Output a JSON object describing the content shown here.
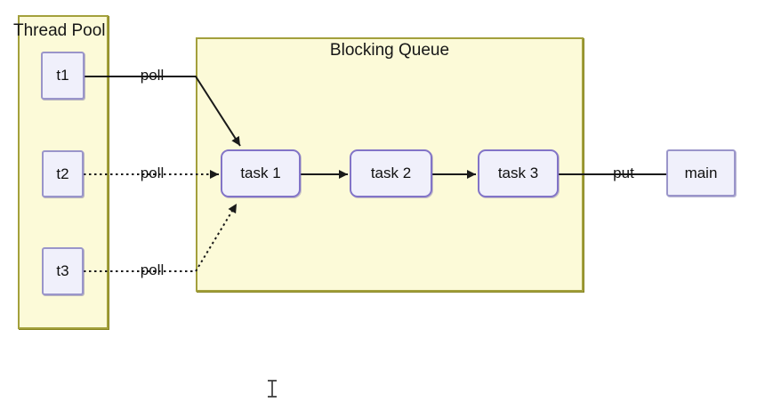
{
  "app": {
    "type": "static-diagram-canvas"
  },
  "colors": {
    "background": "#ffffff",
    "container_fill": "#fcfad8",
    "container_border": "#a3a03c",
    "node_fill": "#f0f0fb",
    "thread_node_border": "#9a95ca",
    "task_node_border": "#8274c7",
    "edge": "#1a1a1a",
    "text": "#141414"
  },
  "diagram": {
    "containers": [
      {
        "id": "thread-pool",
        "label": "Thread Pool"
      },
      {
        "id": "blocking-queue",
        "label": "Blocking Queue"
      }
    ],
    "nodes": [
      {
        "id": "t1",
        "label": "t1",
        "container": "thread-pool"
      },
      {
        "id": "t2",
        "label": "t2",
        "container": "thread-pool"
      },
      {
        "id": "t3",
        "label": "t3",
        "container": "thread-pool"
      },
      {
        "id": "task1",
        "label": "task 1",
        "container": "blocking-queue"
      },
      {
        "id": "task2",
        "label": "task 2",
        "container": "blocking-queue"
      },
      {
        "id": "task3",
        "label": "task 3",
        "container": "blocking-queue"
      },
      {
        "id": "main",
        "label": "main",
        "container": null
      }
    ],
    "edges": [
      {
        "from": "t1",
        "to": "task1",
        "label": "poll",
        "line": "solid",
        "arrow": true
      },
      {
        "from": "t2",
        "to": "task1",
        "label": "poll",
        "line": "dotted",
        "arrow": true
      },
      {
        "from": "t3",
        "to": "task1",
        "label": "poll",
        "line": "dotted",
        "arrow": true
      },
      {
        "from": "task1",
        "to": "task2",
        "label": "",
        "line": "solid",
        "arrow": true
      },
      {
        "from": "task2",
        "to": "task3",
        "label": "",
        "line": "solid",
        "arrow": true
      },
      {
        "from": "task3",
        "to": "main",
        "label": "put",
        "line": "solid",
        "arrow": false
      }
    ],
    "cursor": {
      "shape": "text-ibeam"
    }
  }
}
